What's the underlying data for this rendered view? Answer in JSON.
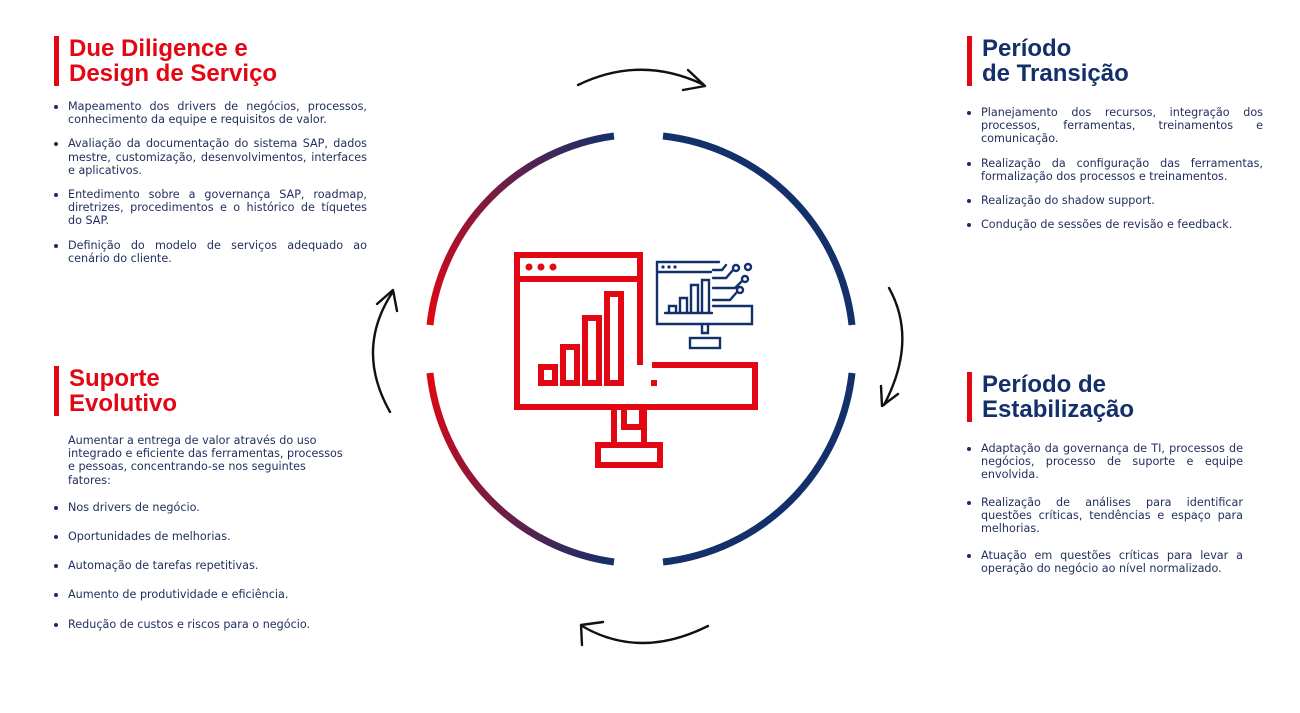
{
  "panels": {
    "top_left": {
      "title_line1": "Due Diligence e",
      "title_line2": "Design de Serviço",
      "bullets": [
        "Mapeamento dos drivers de negócios, processos, conhecimento da equipe e requisitos de valor.",
        "Avaliação da documentação do sistema SAP, dados mestre, customização, desenvolvimentos, interfaces e aplicativos.",
        "Entedimento sobre a governança SAP, roadmap, diretrizes, procedimentos e o histórico de tíquetes do SAP.",
        "Definição do modelo de serviços adequado ao cenário do cliente."
      ]
    },
    "top_right": {
      "title_line1": "Período",
      "title_line2": "de Transição",
      "bullets": [
        "Planejamento dos recursos, integração dos processos, ferramentas, treinamentos e comunicação.",
        "Realização da configuração das ferramentas, formalização dos processos e treinamentos.",
        "Realização do shadow support.",
        "Condução de sessões de revisão e feedback."
      ]
    },
    "bottom_left": {
      "title_line1": "Suporte",
      "title_line2": "Evolutivo",
      "intro": "Aumentar a entrega de valor através do uso integrado e eficiente das ferramentas, processos e pessoas, concentrando-se nos seguintes fatores:",
      "bullets": [
        "Nos drivers de negócio.",
        "Oportunidades de melhorias.",
        "Automação de tarefas repetitivas.",
        "Aumento de produtividade e eficiência.",
        "Redução de custos e riscos para o negócio."
      ]
    },
    "bottom_right": {
      "title_line1": "Período de",
      "title_line2": "Estabilização",
      "bullets": [
        "Adaptação da governança de TI, processos de negócios, processo de suporte e equipe envolvida.",
        "Realização de análises para identificar questões críticas, tendências e espaço para melhorias.",
        "Atuação em questões críticas para levar a operação do negócio ao nível normalizado."
      ]
    }
  },
  "colors": {
    "red": "#e30613",
    "navy": "#14306b",
    "text": "#1f2d5c"
  },
  "icons": [
    "computer-chart-icon",
    "monitor-circuit-icon",
    "cycle-arrow-icon"
  ]
}
